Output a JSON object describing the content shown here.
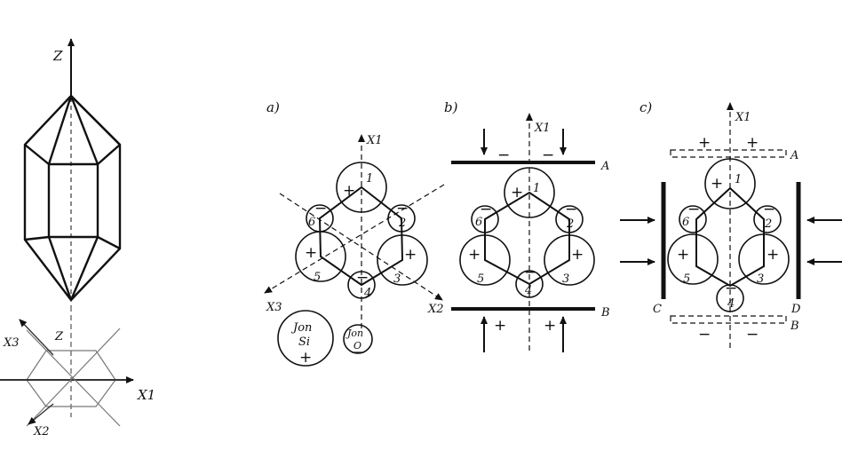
{
  "crystal": {
    "axis_z": "Z",
    "base_z": "Z",
    "base_x1": "X1",
    "base_x2": "X2",
    "base_x3": "X3"
  },
  "panel_a": {
    "label": "a)",
    "axis_x1": "X1",
    "axis_x2": "X2",
    "axis_x3": "X3",
    "ions": [
      {
        "num": "1",
        "sign": "+"
      },
      {
        "num": "2",
        "sign": "−"
      },
      {
        "num": "3",
        "sign": "+"
      },
      {
        "num": "4",
        "sign": "−"
      },
      {
        "num": "5",
        "sign": "+"
      },
      {
        "num": "6",
        "sign": "−"
      }
    ],
    "legend_si": {
      "line1": "Jon",
      "line2": "Si",
      "sign": "+"
    },
    "legend_o": {
      "line1": "Jon",
      "line2": "O"
    }
  },
  "panel_b": {
    "label": "b)",
    "axis_x1": "X1",
    "plate_top": "A",
    "plate_bottom": "B",
    "top_signs": [
      "−",
      "−"
    ],
    "bottom_signs": [
      "+",
      "+"
    ],
    "ions": [
      {
        "num": "1",
        "sign": "+"
      },
      {
        "num": "2",
        "sign": "−"
      },
      {
        "num": "3",
        "sign": "+"
      },
      {
        "num": "4",
        "sign": "−"
      },
      {
        "num": "5",
        "sign": "+"
      },
      {
        "num": "6",
        "sign": "−"
      }
    ]
  },
  "panel_c": {
    "label": "c)",
    "axis_x1": "X1",
    "plate_top": "A",
    "plate_bottom": "B",
    "plate_left": "C",
    "plate_right": "D",
    "top_signs": [
      "+",
      "+"
    ],
    "bottom_signs": [
      "−",
      "−"
    ],
    "ions": [
      {
        "num": "1",
        "sign": "+"
      },
      {
        "num": "2",
        "sign": "−"
      },
      {
        "num": "3",
        "sign": "+"
      },
      {
        "num": "4",
        "sign": "−"
      },
      {
        "num": "5",
        "sign": "+"
      },
      {
        "num": "6",
        "sign": "−"
      }
    ]
  }
}
